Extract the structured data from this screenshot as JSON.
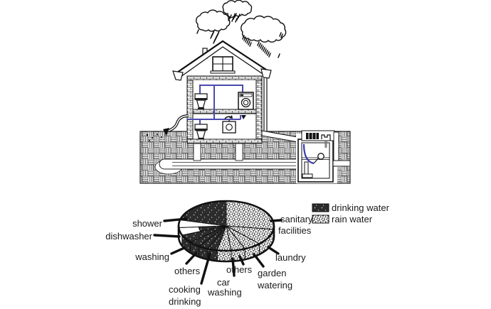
{
  "canvas": {
    "background": "#ffffff"
  },
  "colors": {
    "ink": "#111111",
    "pipe_blue": "#4a4aae",
    "dark_fill": "#2c2c2c"
  },
  "chart_data": {
    "type": "pie",
    "style": "3d monochrome pie, left wedges solid dark (drinking water), right wedges stippled (rain water), shower and dishwasher shown as white exploded bands",
    "title": "",
    "legend": {
      "position": "top-right",
      "entries": [
        {
          "label": "drinking water",
          "pattern": "solid-dark"
        },
        {
          "label": "rain water",
          "pattern": "stipple"
        }
      ]
    },
    "units": "percent (estimated from wedge angles, no numbers printed on chart)",
    "slices": [
      {
        "label": "sanitary facilities",
        "group": "rain water",
        "start_deg": 0,
        "end_deg": 98,
        "approx_percent": 27.2
      },
      {
        "label": "laundry",
        "group": "rain water",
        "start_deg": 98,
        "end_deg": 136,
        "approx_percent": 10.6
      },
      {
        "label": "garden watering",
        "group": "rain water",
        "start_deg": 136,
        "end_deg": 157,
        "approx_percent": 5.8
      },
      {
        "label": "others",
        "group": "rain water",
        "start_deg": 157,
        "end_deg": 174,
        "approx_percent": 4.7
      },
      {
        "label": "car washing",
        "group": "rain water",
        "start_deg": 174,
        "end_deg": 191,
        "approx_percent": 4.7
      },
      {
        "label": "drinking",
        "group": "drinking water",
        "start_deg": 191,
        "end_deg": 203,
        "approx_percent": 3.3
      },
      {
        "label": "cooking",
        "group": "drinking water",
        "start_deg": 203,
        "end_deg": 215,
        "approx_percent": 3.3
      },
      {
        "label": "others",
        "group": "drinking water",
        "start_deg": 215,
        "end_deg": 229,
        "approx_percent": 3.9
      },
      {
        "label": "washing",
        "group": "drinking water",
        "start_deg": 229,
        "end_deg": 248,
        "approx_percent": 5.3
      },
      {
        "label": "dishwasher",
        "group": "drinking water",
        "start_deg": 248,
        "end_deg": 266,
        "approx_percent": 5.0,
        "exploded_white": true
      },
      {
        "label": "shower",
        "group": "drinking water",
        "start_deg": 266,
        "end_deg": 284,
        "approx_percent": 5.0,
        "exploded_white": true
      },
      {
        "label": "",
        "group": "drinking water",
        "start_deg": 284,
        "end_deg": 360,
        "approx_percent": 21.1
      }
    ]
  },
  "pie_labels": {
    "shower": "shower",
    "dishwasher": "dishwasher",
    "washing": "washing",
    "others_left": "others",
    "cooking": "cooking",
    "drinking": "drinking",
    "car_line1": "car",
    "car_line2": "washing",
    "others_right": "others",
    "garden_line1": "garden",
    "garden_line2": "watering",
    "laundry": "laundry",
    "sanitary_line1": "sanitary",
    "sanitary_line2": "facilities"
  },
  "legend": {
    "drinking": "drinking water",
    "rain": "rain water"
  }
}
